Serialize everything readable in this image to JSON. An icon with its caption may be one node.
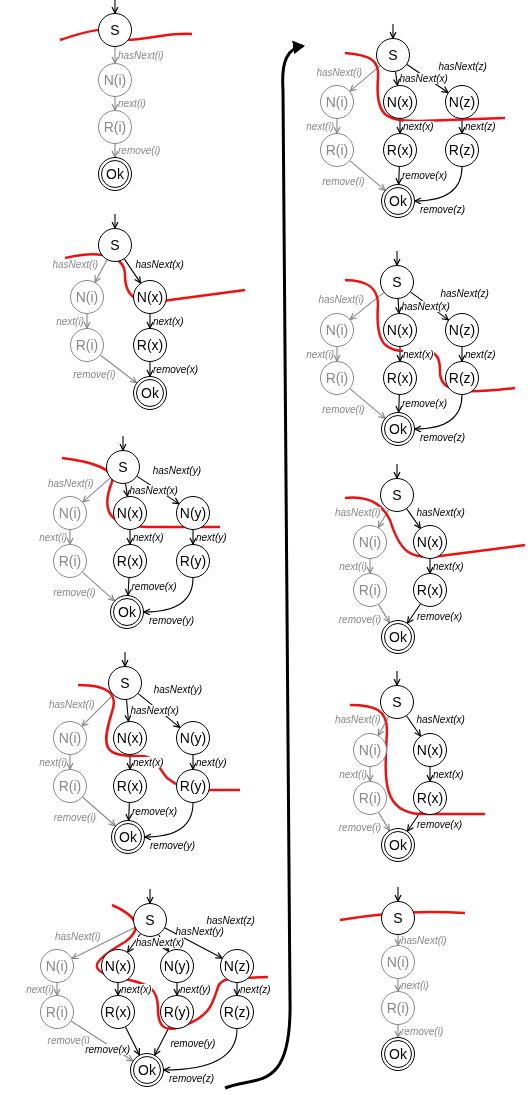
{
  "diagram": {
    "nodes": [
      {
        "text": [
          "S"
        ]
      },
      {
        "text": [
          "N(i)"
        ]
      },
      {
        "text": [
          "R(i)"
        ]
      },
      {
        "text": [
          "Ok"
        ]
      },
      {
        "text": [
          "S"
        ]
      },
      {
        "text": [
          "N(i)"
        ]
      },
      {
        "text": [
          "N(x)"
        ]
      },
      {
        "text": [
          "R(i)"
        ]
      },
      {
        "text": [
          "R(x)"
        ]
      },
      {
        "text": [
          "Ok"
        ]
      },
      {
        "text": [
          "S"
        ]
      },
      {
        "text": [
          "N(i)"
        ]
      },
      {
        "text": [
          "N(x)"
        ]
      },
      {
        "text": [
          "N(y)"
        ]
      },
      {
        "text": [
          "R(i)"
        ]
      },
      {
        "text": [
          "R(x)"
        ]
      },
      {
        "text": [
          "R(y)"
        ]
      },
      {
        "text": [
          "Ok"
        ]
      },
      {
        "text": [
          "S"
        ]
      },
      {
        "text": [
          "N(i)"
        ]
      },
      {
        "text": [
          "N(x)"
        ]
      },
      {
        "text": [
          "N(y)"
        ]
      },
      {
        "text": [
          "R(i)"
        ]
      },
      {
        "text": [
          "R(x)"
        ]
      },
      {
        "text": [
          "R(y)"
        ]
      },
      {
        "text": [
          "Ok"
        ]
      },
      {
        "text": [
          "S"
        ]
      },
      {
        "text": [
          "N(i)"
        ]
      },
      {
        "text": [
          "N(x)"
        ]
      },
      {
        "text": [
          "N(y)"
        ]
      },
      {
        "text": [
          "N(z)"
        ]
      },
      {
        "text": [
          "R(i)"
        ]
      },
      {
        "text": [
          "R(x)"
        ]
      },
      {
        "text": [
          "R(y)"
        ]
      },
      {
        "text": [
          "R(z)"
        ]
      },
      {
        "text": [
          "Ok"
        ]
      },
      {
        "text": [
          "S"
        ]
      },
      {
        "text": [
          "N(i)"
        ]
      },
      {
        "text": [
          "N(x)"
        ]
      },
      {
        "text": [
          "N(z)"
        ]
      },
      {
        "text": [
          "R(i)"
        ]
      },
      {
        "text": [
          "R(x)"
        ]
      },
      {
        "text": [
          "R(z)"
        ]
      },
      {
        "text": [
          "Ok"
        ]
      },
      {
        "text": [
          "S"
        ]
      },
      {
        "text": [
          "N(i)"
        ]
      },
      {
        "text": [
          "N(x)"
        ]
      },
      {
        "text": [
          "N(z)"
        ]
      },
      {
        "text": [
          "R(i)"
        ]
      },
      {
        "text": [
          "R(x)"
        ]
      },
      {
        "text": [
          "R(z)"
        ]
      },
      {
        "text": [
          "Ok"
        ]
      },
      {
        "text": [
          "S"
        ]
      },
      {
        "text": [
          "N(i)"
        ]
      },
      {
        "text": [
          "N(x)"
        ]
      },
      {
        "text": [
          "R(i)"
        ]
      },
      {
        "text": [
          "R(x)"
        ]
      },
      {
        "text": [
          "Ok"
        ]
      },
      {
        "text": [
          "S"
        ]
      },
      {
        "text": [
          "N(i)"
        ]
      },
      {
        "text": [
          "N(x)"
        ]
      },
      {
        "text": [
          "R(i)"
        ]
      },
      {
        "text": [
          "R(x)"
        ]
      },
      {
        "text": [
          "Ok"
        ]
      },
      {
        "text": [
          "S"
        ]
      },
      {
        "text": [
          "N(i)"
        ]
      },
      {
        "text": [
          "R(i)"
        ]
      },
      {
        "text": [
          "Ok"
        ]
      }
    ],
    "edges": [
      {
        "from": null,
        "to": 0,
        "arrow": "to"
      },
      {
        "from": 0,
        "to": 1,
        "arrow": "to",
        "label": "hasNext(i)",
        "color": "#888888"
      },
      {
        "from": 1,
        "to": 2,
        "arrow": "to",
        "label": "next(i)",
        "color": "#888888"
      },
      {
        "from": 2,
        "to": 3,
        "arrow": "to",
        "label": "remove(i)",
        "color": "#888888"
      },
      {
        "from": null,
        "to": 4,
        "arrow": "to"
      },
      {
        "from": 4,
        "to": 5,
        "arrow": "to",
        "label": "hasNext(i)",
        "color": "#888888"
      },
      {
        "from": 4,
        "to": 6,
        "arrow": "to",
        "label": "hasNext(x)"
      },
      {
        "from": 5,
        "to": 7,
        "arrow": "to",
        "label": "next(i)",
        "color": "#888888"
      },
      {
        "from": 6,
        "to": 8,
        "arrow": "to",
        "label": "next(x)"
      },
      {
        "from": 7,
        "to": 9,
        "arrow": "to",
        "label": "remove(i)",
        "color": "#888888"
      },
      {
        "from": 8,
        "to": 9,
        "arrow": "to",
        "label": "remove(x)"
      },
      {
        "from": null,
        "to": 10,
        "arrow": "to"
      },
      {
        "from": 10,
        "to": 11,
        "arrow": "to",
        "label": "hasNext(i)",
        "color": "#888888"
      },
      {
        "from": 10,
        "to": 12,
        "arrow": "to",
        "label": "hasNext(x)"
      },
      {
        "from": 10,
        "to": 13,
        "arrow": "to",
        "label": "hasNext(y)"
      },
      {
        "from": 11,
        "to": 14,
        "arrow": "to",
        "label": "next(i)",
        "color": "#888888"
      },
      {
        "from": 12,
        "to": 15,
        "arrow": "to",
        "label": "next(x)"
      },
      {
        "from": 13,
        "to": 16,
        "arrow": "to",
        "label": "next(y)"
      },
      {
        "from": 14,
        "to": 17,
        "arrow": "to",
        "label": "remove(i)",
        "color": "#888888"
      },
      {
        "from": 15,
        "to": 17,
        "arrow": "to",
        "label": "remove(x)"
      },
      {
        "from": 16,
        "to": 17,
        "arrow": "to",
        "label": "remove(y)"
      },
      {
        "from": null,
        "to": 18,
        "arrow": "to"
      },
      {
        "from": 18,
        "to": 19,
        "arrow": "to",
        "label": "hasNext(i)",
        "color": "#888888"
      },
      {
        "from": 18,
        "to": 20,
        "arrow": "to",
        "label": "hasNext(x)"
      },
      {
        "from": 18,
        "to": 21,
        "arrow": "to",
        "label": "hasNext(y)"
      },
      {
        "from": 19,
        "to": 22,
        "arrow": "to",
        "label": "next(i)",
        "color": "#888888"
      },
      {
        "from": 20,
        "to": 23,
        "arrow": "to",
        "label": "next(x)"
      },
      {
        "from": 21,
        "to": 24,
        "arrow": "to",
        "label": "next(y)"
      },
      {
        "from": 22,
        "to": 25,
        "arrow": "to",
        "label": "remove(i)",
        "color": "#888888"
      },
      {
        "from": 23,
        "to": 25,
        "arrow": "to",
        "label": "remove(x)"
      },
      {
        "from": 24,
        "to": 25,
        "arrow": "to",
        "label": "remove(y)"
      },
      {
        "from": null,
        "to": 26,
        "arrow": "to"
      },
      {
        "from": 26,
        "to": 27,
        "arrow": "to",
        "label": "hasNext(i)",
        "color": "#888888"
      },
      {
        "from": 26,
        "to": 28,
        "arrow": "to",
        "label": "hasNext(x)"
      },
      {
        "from": 26,
        "to": 29,
        "arrow": "to",
        "label": "hasNext(y)"
      },
      {
        "from": 26,
        "to": 30,
        "arrow": "to",
        "label": "hasNext(z)"
      },
      {
        "from": 27,
        "to": 31,
        "arrow": "to",
        "label": "next(i)",
        "color": "#888888"
      },
      {
        "from": 28,
        "to": 32,
        "arrow": "to",
        "label": "next(x)"
      },
      {
        "from": 29,
        "to": 33,
        "arrow": "to",
        "label": "next(y)"
      },
      {
        "from": 30,
        "to": 34,
        "arrow": "to",
        "label": "next(z)"
      },
      {
        "from": 31,
        "to": 35,
        "arrow": "to",
        "label": "remove(i)",
        "color": "#888888"
      },
      {
        "from": 32,
        "to": 35,
        "arrow": "to",
        "label": "remove(x)"
      },
      {
        "from": 33,
        "to": 35,
        "arrow": "to",
        "label": "remove(y)"
      },
      {
        "from": 34,
        "to": 35,
        "arrow": "to",
        "label": "remove(z)"
      },
      {
        "from": null,
        "to": 36,
        "arrow": "to"
      },
      {
        "from": 36,
        "to": 37,
        "arrow": "to",
        "label": "hasNext(i)",
        "color": "#888888"
      },
      {
        "from": 36,
        "to": 38,
        "arrow": "to",
        "label": "hasNext(x)"
      },
      {
        "from": 36,
        "to": 39,
        "arrow": "to",
        "label": "hasNext(z)"
      },
      {
        "from": 37,
        "to": 40,
        "arrow": "to",
        "label": "next(i)",
        "color": "#888888"
      },
      {
        "from": 38,
        "to": 41,
        "arrow": "to",
        "label": "next(x)"
      },
      {
        "from": 39,
        "to": 42,
        "arrow": "to",
        "label": "next(z)"
      },
      {
        "from": 40,
        "to": 43,
        "arrow": "to",
        "label": "remove(i)",
        "color": "#888888"
      },
      {
        "from": 41,
        "to": 43,
        "arrow": "to",
        "label": "remove(x)"
      },
      {
        "from": 42,
        "to": 43,
        "arrow": "to",
        "label": "remove(z)"
      },
      {
        "from": null,
        "to": 44,
        "arrow": "to"
      },
      {
        "from": 44,
        "to": 45,
        "arrow": "to",
        "label": "hasNext(i)",
        "color": "#888888"
      },
      {
        "from": 44,
        "to": 46,
        "arrow": "to",
        "label": "hasNext(x)"
      },
      {
        "from": 44,
        "to": 47,
        "arrow": "to",
        "label": "hasNext(z)"
      },
      {
        "from": 45,
        "to": 48,
        "arrow": "to",
        "label": "next(i)",
        "color": "#888888"
      },
      {
        "from": 46,
        "to": 49,
        "arrow": "to",
        "label": "next(x)"
      },
      {
        "from": 47,
        "to": 50,
        "arrow": "to",
        "label": "next(z)"
      },
      {
        "from": 48,
        "to": 51,
        "arrow": "to",
        "label": "remove(i)",
        "color": "#888888"
      },
      {
        "from": 49,
        "to": 51,
        "arrow": "to",
        "label": "remove(x)"
      },
      {
        "from": 50,
        "to": 51,
        "arrow": "to",
        "label": "remove(z)"
      },
      {
        "from": null,
        "to": 52,
        "arrow": "to"
      },
      {
        "from": 52,
        "to": 53,
        "arrow": "to",
        "label": "hasNext(i)",
        "color": "#888888"
      },
      {
        "from": 52,
        "to": 54,
        "arrow": "to",
        "label": "hasNext(x)"
      },
      {
        "from": 53,
        "to": 55,
        "arrow": "to",
        "label": "next(i)",
        "color": "#888888"
      },
      {
        "from": 54,
        "to": 56,
        "arrow": "to",
        "label": "next(x)"
      },
      {
        "from": 55,
        "to": 57,
        "arrow": "to",
        "label": "remove(i)",
        "color": "#888888"
      },
      {
        "from": 56,
        "to": 57,
        "arrow": "to",
        "label": "remove(x)"
      },
      {
        "from": null,
        "to": 58,
        "arrow": "to"
      },
      {
        "from": 58,
        "to": 59,
        "arrow": "to",
        "label": "hasNext(i)",
        "color": "#888888"
      },
      {
        "from": 58,
        "to": 60,
        "arrow": "to",
        "label": "hasNext(x)"
      },
      {
        "from": 59,
        "to": 61,
        "arrow": "to",
        "label": "next(i)",
        "color": "#888888"
      },
      {
        "from": 60,
        "to": 62,
        "arrow": "to",
        "label": "next(x)"
      },
      {
        "from": 61,
        "to": 63,
        "arrow": "to",
        "label": "remove(i)",
        "color": "#888888"
      },
      {
        "from": 62,
        "to": 63,
        "arrow": "to",
        "label": "remove(x)"
      },
      {
        "from": null,
        "to": 64,
        "arrow": "to"
      },
      {
        "from": 64,
        "to": 65,
        "arrow": "to",
        "label": "hasNext(i)",
        "color": "#888888"
      },
      {
        "from": 65,
        "to": 66,
        "arrow": "to",
        "label": "next(i)",
        "color": "#888888"
      },
      {
        "from": 66,
        "to": 67,
        "arrow": "to",
        "label": "remove(i)",
        "color": "#888888"
      }
    ]
  }
}
